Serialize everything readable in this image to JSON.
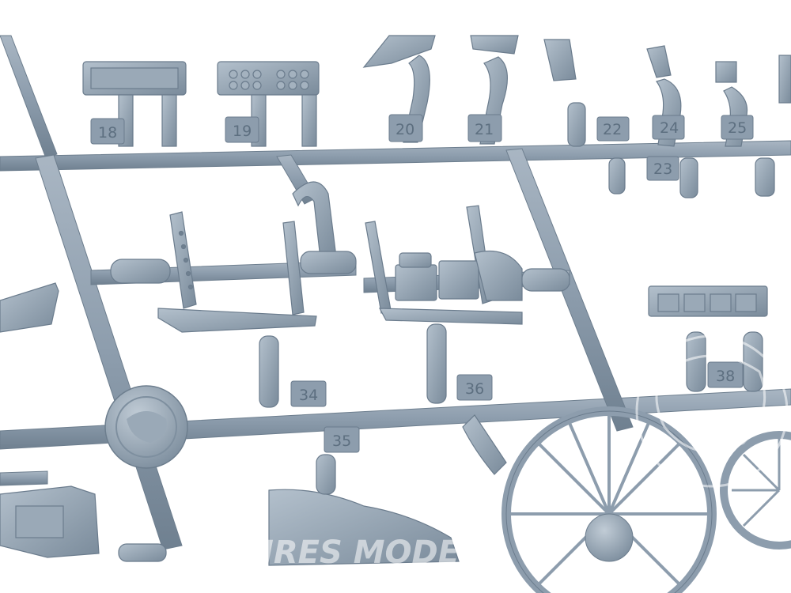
{
  "photo": {
    "subject": "grey plastic model kit sprue with cockpit parts and wheel hubs",
    "background_color": "#ffffff",
    "plastic_color": "#8a9aab",
    "plastic_shadow": "#6b7c8d",
    "plastic_highlight": "#b3c0cc"
  },
  "part_numbers": [
    "18",
    "19",
    "20",
    "21",
    "22",
    "23",
    "24",
    "25",
    "34",
    "35",
    "36",
    "38"
  ],
  "watermark": {
    "text": "AIRES MODEL"
  }
}
